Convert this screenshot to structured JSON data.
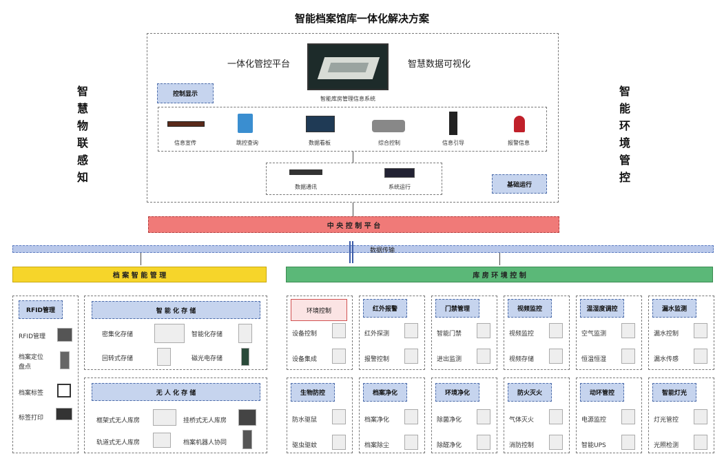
{
  "title": "智能档案馆库一体化解决方案",
  "side_left": [
    "智",
    "慧",
    "物",
    "联",
    "感",
    "知"
  ],
  "side_right": [
    "智",
    "能",
    "环",
    "境",
    "管",
    "控"
  ],
  "top": {
    "left_label": "一体化管控平台",
    "right_label": "智慧数据可视化",
    "screen_caption": "智能库房管理信息系统",
    "control_display": "控制显示",
    "devices": [
      "信息宣传",
      "跳控查询",
      "数据看板",
      "综合控制",
      "信息引导",
      "报警信息"
    ],
    "infra": [
      "数据通讯",
      "系统运行"
    ],
    "base_run": "基础运行"
  },
  "central": "中 央 控 制 平 台",
  "bus": "数据传输",
  "archive_mgmt": "档 案 智 能 管 理",
  "env_ctrl": "库 房 环 境 控 制",
  "rfid": {
    "title": "RFID管理",
    "items": [
      "RFID管理",
      "档案定位\n盘点",
      "档案标签",
      "标签打印"
    ]
  },
  "smart_storage": {
    "title": "智 能 化 存 储",
    "items": [
      "密集化存储",
      "智能化存储",
      "回转式存储",
      "磁光电存储"
    ]
  },
  "unmanned": {
    "title": "无 人 化 存 储",
    "items": [
      "框架式无人库房",
      "挂桥式无人库房",
      "轨道式无人库房",
      "档案机器人协同"
    ]
  },
  "env_modules": [
    {
      "title": "环境控制",
      "items": [
        "设备控制",
        "设备集成"
      ]
    },
    {
      "title": "红外报警",
      "items": [
        "红外探测",
        "报警控制"
      ]
    },
    {
      "title": "门禁管理",
      "items": [
        "智能门禁",
        "进出监测"
      ]
    },
    {
      "title": "视频监控",
      "items": [
        "视频监控",
        "视频存储"
      ]
    },
    {
      "title": "温湿度调控",
      "items": [
        "空气监测",
        "恒温恒湿"
      ]
    },
    {
      "title": "漏水监测",
      "items": [
        "漏水控制",
        "漏水传感"
      ]
    },
    {
      "title": "生物防控",
      "items": [
        "防水驱鼠",
        "驱虫驱蚊"
      ]
    },
    {
      "title": "档案净化",
      "items": [
        "档案净化",
        "档案除尘"
      ]
    },
    {
      "title": "环境净化",
      "items": [
        "除菌净化",
        "除醛净化"
      ]
    },
    {
      "title": "防火灭火",
      "items": [
        "气体灭火",
        "消防控制"
      ]
    },
    {
      "title": "动环管控",
      "items": [
        "电源监控",
        "智能UPS"
      ]
    },
    {
      "title": "智能灯光",
      "items": [
        "灯光管控",
        "光照检测"
      ]
    }
  ],
  "colors": {
    "central": "#f07a78",
    "bus": "#b9c8ea",
    "archive": "#f6d52a",
    "env": "#5bb878",
    "blue_box": "#c6d4ee"
  }
}
